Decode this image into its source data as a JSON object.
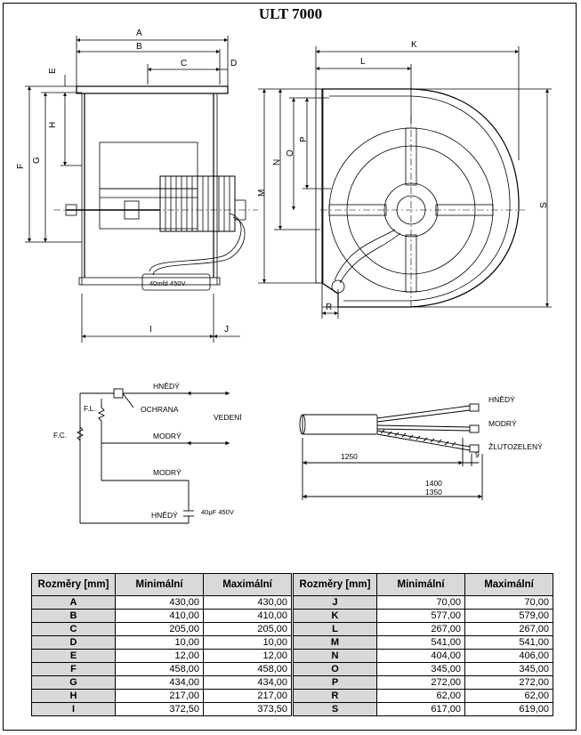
{
  "title": "ULT 7000",
  "side_view": {
    "dims": [
      "A",
      "B",
      "C",
      "D",
      "E",
      "F",
      "G",
      "H",
      "I",
      "J"
    ],
    "capacitor_label": "40mfd 450V"
  },
  "front_view": {
    "dims": [
      "K",
      "L",
      "M",
      "N",
      "O",
      "P",
      "R",
      "S"
    ]
  },
  "wiring": {
    "hnedy": "HNĚDÝ",
    "fl": "F.L.",
    "ochrana": "OCHRANA",
    "vedeni": "VEDENÍ",
    "fc": "F.C.",
    "modry": "MODRÝ",
    "modry2": "MODRÝ",
    "hnedy2": "HNĚDÝ",
    "capacitor": "40μF 450V"
  },
  "cable": {
    "hnedy": "HNĚDÝ",
    "modry": "MODRÝ",
    "zlutozeleny": "ŽLUTOZELENÝ",
    "d1250": "1250",
    "d9": "9",
    "d1400": "1400",
    "d1350": "1350"
  },
  "table_left": {
    "headers": [
      "Rozměry [mm]",
      "Minimální",
      "Maximální"
    ],
    "rows": [
      [
        "A",
        "430,00",
        "430,00"
      ],
      [
        "B",
        "410,00",
        "410,00"
      ],
      [
        "C",
        "205,00",
        "205,00"
      ],
      [
        "D",
        "10,00",
        "10,00"
      ],
      [
        "E",
        "12,00",
        "12,00"
      ],
      [
        "F",
        "458,00",
        "458,00"
      ],
      [
        "G",
        "434,00",
        "434,00"
      ],
      [
        "H",
        "217,00",
        "217,00"
      ],
      [
        "I",
        "372,50",
        "373,50"
      ]
    ]
  },
  "table_right": {
    "headers": [
      "Rozměry [mm]",
      "Minimální",
      "Maximální"
    ],
    "rows": [
      [
        "J",
        "70,00",
        "70,00"
      ],
      [
        "K",
        "577,00",
        "579,00"
      ],
      [
        "L",
        "267,00",
        "267,00"
      ],
      [
        "M",
        "541,00",
        "541,00"
      ],
      [
        "N",
        "404,00",
        "406,00"
      ],
      [
        "O",
        "345,00",
        "345,00"
      ],
      [
        "P",
        "272,00",
        "272,00"
      ],
      [
        "R",
        "62,00",
        "62,00"
      ],
      [
        "S",
        "617,00",
        "619,00"
      ]
    ]
  }
}
